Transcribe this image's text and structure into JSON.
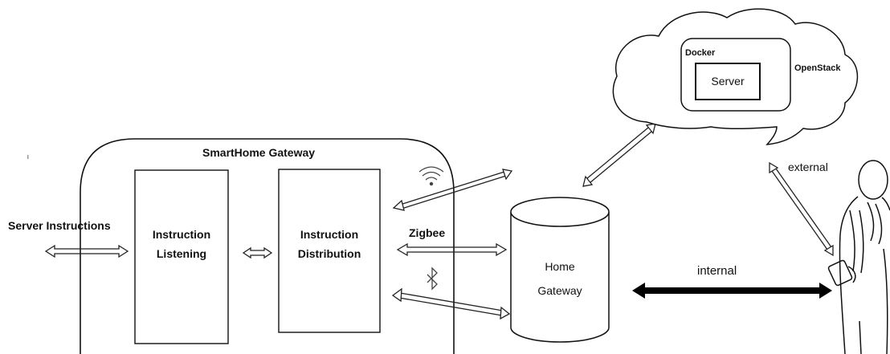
{
  "diagram": {
    "server_instructions_label": "Server Instructions",
    "smarthome_gateway_label": "SmartHome Gateway",
    "instruction_listening": {
      "line1": "Instruction",
      "line2": "Listening"
    },
    "instruction_distribution": {
      "line1": "Instruction",
      "line2": "Distribution"
    },
    "zigbee_label": "Zigbee",
    "home_gateway": {
      "line1": "Home",
      "line2": "Gateway"
    },
    "internal_label": "internal",
    "external_label": "external",
    "cloud": {
      "docker_label": "Docker",
      "server_label": "Server",
      "openstack_label": "OpenStack"
    },
    "icons": {
      "wifi": "wifi-icon",
      "bluetooth": "bluetooth-icon",
      "person": "person-with-phone-icon"
    }
  }
}
